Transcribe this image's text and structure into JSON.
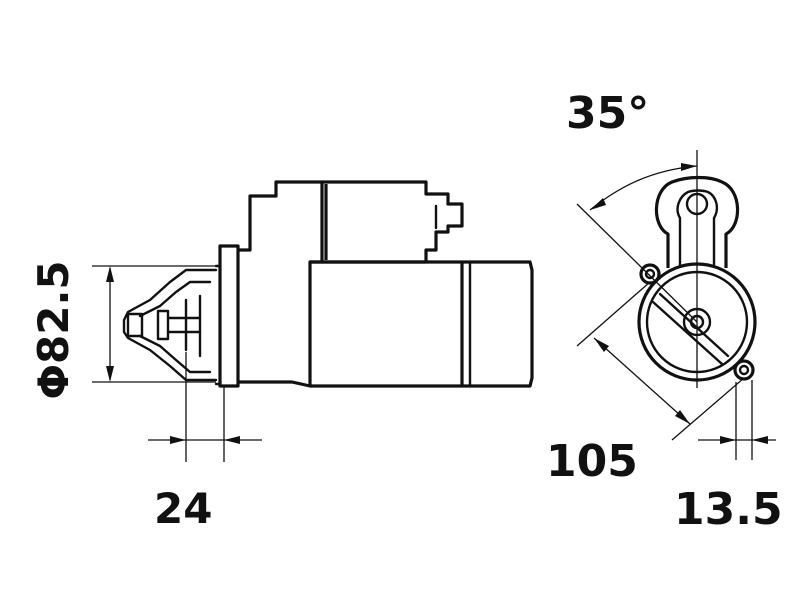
{
  "dimensions": {
    "angle": "35°",
    "diameter": "Φ82.5",
    "offset_left": "24",
    "length": "105",
    "offset_right": "13.5"
  },
  "colors": {
    "line": "#111111",
    "background": "#ffffff"
  }
}
